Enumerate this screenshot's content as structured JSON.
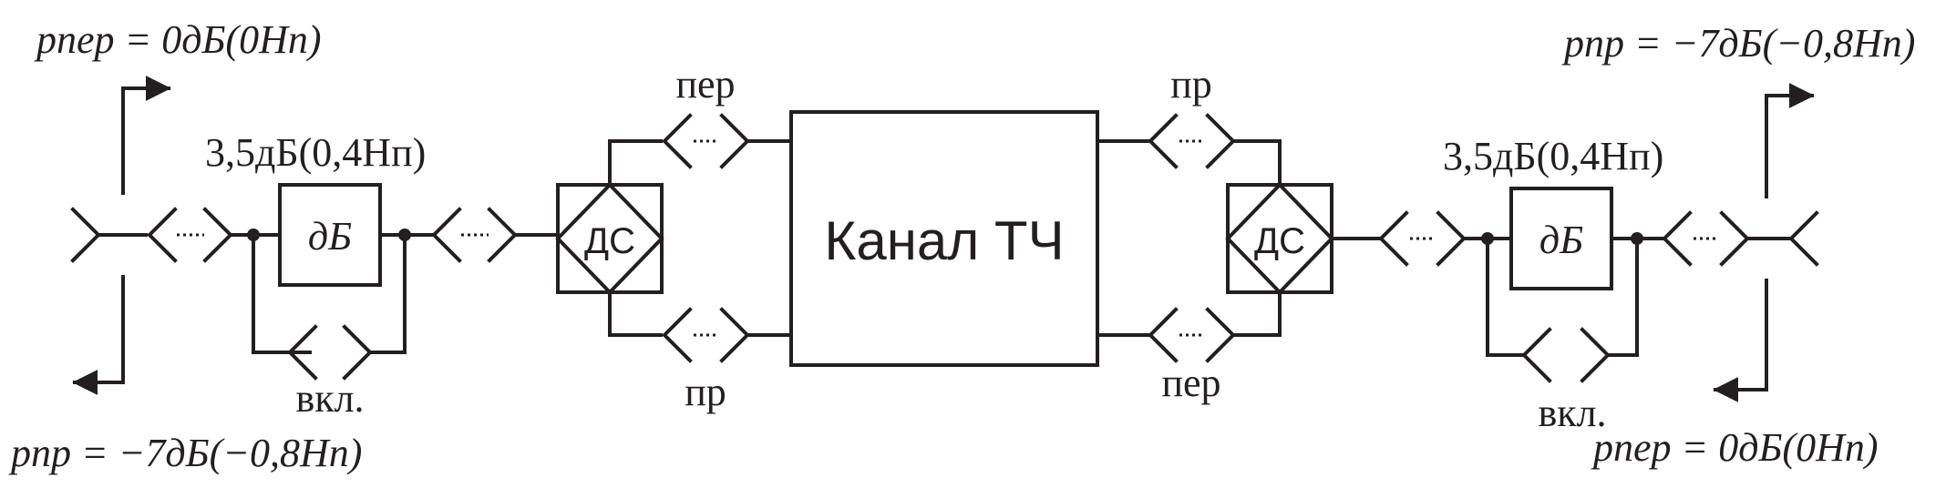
{
  "channel_label": "Канал ТЧ",
  "hybrid_label": "ДС",
  "attenuator_label": "дБ",
  "attenuator_value": "3,5дБ(0,4Нп)",
  "bypass_label": "вкл.",
  "tx_label": "пер",
  "rx_label": "пр",
  "level_left_top": "pпер = 0дБ(0Нп)",
  "level_left_bottom": "pпр = −7дБ(−0,8Нп)",
  "level_right_top": "pпр = −7дБ(−0,8Нп)",
  "level_right_bottom": "pпер = 0дБ(0Нп)"
}
